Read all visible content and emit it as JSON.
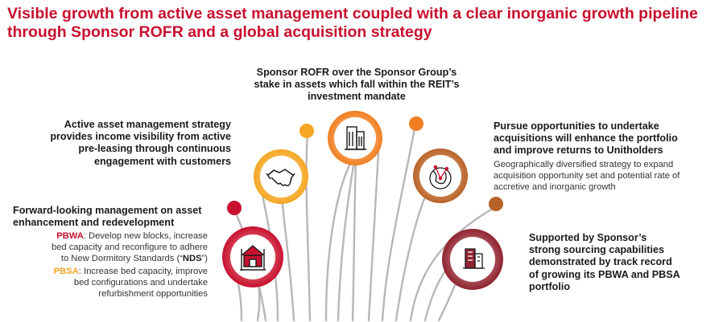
{
  "title": "Visible growth from active asset management coupled with a clear inorganic growth pipeline through Sponsor ROFR and a global acquisition strategy",
  "colors": {
    "title_red": "#c8102e",
    "dark_red": "#b81f2a",
    "orange": "#f07f22",
    "amber": "#f5a623",
    "brown": "#b8632a",
    "maroon": "#8e2430",
    "yellow": "#f7b500"
  },
  "pillars": {
    "top": {
      "icon": "building-icon",
      "heading": "Sponsor ROFR over the Sponsor Group’s stake in assets which fall within the REIT’s investment mandate"
    },
    "left_upper": {
      "icon": "handshake-icon",
      "heading": "Active asset management strategy provides income visibility from active pre-leasing through continuous engagement with customers"
    },
    "left_lower": {
      "icon": "house-icon",
      "heading": "Forward-looking management on asset enhancement and redevelopment",
      "points": [
        {
          "tag": "PBWA",
          "tag_color": "#c8102e",
          "text": ": Develop new blocks, increase bed capacity and reconfigure to adhere to New Dormitory Standards (“",
          "bold": "NDS",
          "after": "”)"
        },
        {
          "tag": "PBSA",
          "tag_color": "#f5a623",
          "text": ": Increase bed capacity, improve bed configurations and undertake refurbishment opportunities",
          "bold": "",
          "after": ""
        }
      ]
    },
    "right_upper": {
      "icon": "globe-network-icon",
      "heading": "Pursue opportunities to undertake acquisitions will enhance the portfolio and improve returns to Unitholders",
      "detail": "Geographically diversified strategy to expand acquisition opportunity set and potential rate of accretive and inorganic growth"
    },
    "right_lower": {
      "icon": "office-buildings-icon",
      "heading": "Supported by Sponsor’s strong sourcing capabilities demonstrated by track record of growing its PBWA and PBSA portfolio"
    }
  }
}
